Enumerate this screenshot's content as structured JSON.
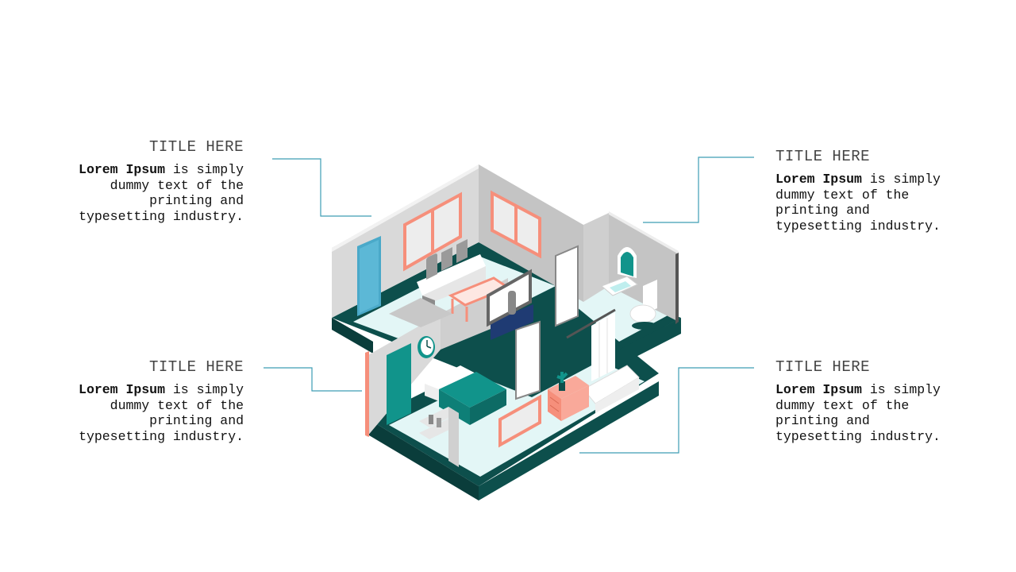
{
  "callouts": [
    {
      "id": "top-left",
      "title": "TITLE HERE",
      "lead": "Lorem Ipsum",
      "text": " is simply dummy text of the printing and typesetting industry."
    },
    {
      "id": "top-right",
      "title": "TITLE HERE",
      "lead": "Lorem Ipsum",
      "text": " is simply dummy text of the printing and typesetting industry."
    },
    {
      "id": "bottom-left",
      "title": "TITLE HERE",
      "lead": "Lorem Ipsum",
      "text": " is simply dummy text of the printing and typesetting industry."
    },
    {
      "id": "bottom-right",
      "title": "TITLE HERE",
      "lead": "Lorem Ipsum",
      "text": " is simply dummy text of the printing and typesetting industry."
    }
  ],
  "colors": {
    "connector": "#3d9db5",
    "base": "#0d4f4c",
    "accent_teal": "#11948b",
    "accent_coral": "#f68f7b",
    "wall": "#d9d9d9",
    "floor": "#e3f6f6"
  }
}
